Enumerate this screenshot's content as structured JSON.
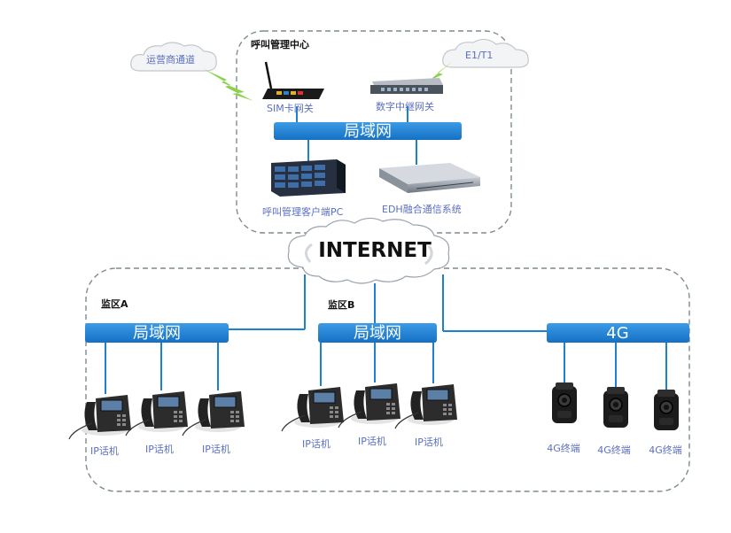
{
  "center": {
    "title": "呼叫管理中心",
    "carrier_cloud": "运营商通道",
    "e1_cloud": "E1/T1",
    "sim_gateway": "SIM卡网关",
    "digital_gateway": "数字中继网关",
    "lan": "局域网",
    "client_pc": "呼叫管理客户端PC",
    "edh_system": "EDH融合通信系统"
  },
  "internet": "INTERNET",
  "zone_a": {
    "title": "监区A",
    "lan": "局域网",
    "phones": [
      "IP话机",
      "IP话机",
      "IP话机"
    ]
  },
  "zone_b": {
    "title": "监区B",
    "lan": "局域网",
    "phones": [
      "IP话机",
      "IP话机",
      "IP话机"
    ]
  },
  "mobile": {
    "bar": "4G",
    "terminals": [
      "4G终端",
      "4G终端",
      "4G终端"
    ]
  },
  "colors": {
    "bar": "#1e80d0",
    "line": "#1e80d0",
    "dash": "#7f8c8d",
    "label": "#5b6fc0"
  }
}
